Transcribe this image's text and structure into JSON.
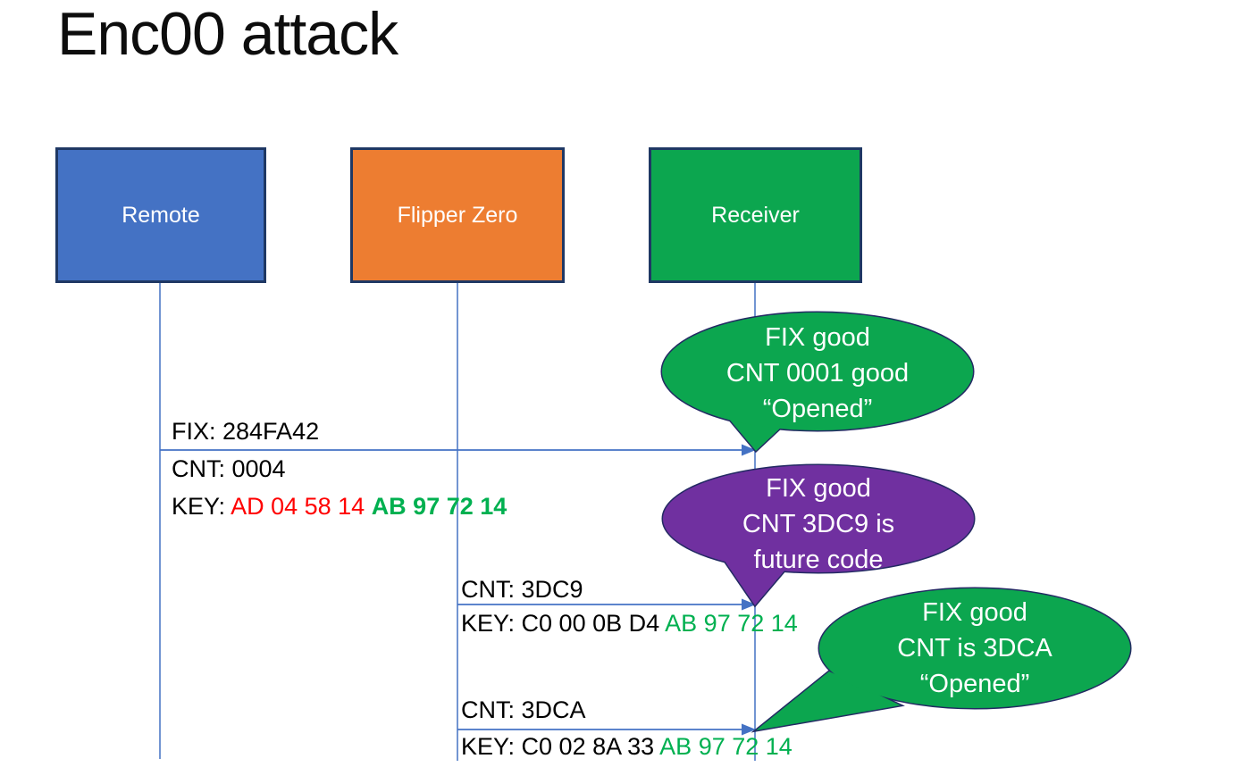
{
  "title": "Enc00 attack",
  "actors": [
    {
      "id": "remote",
      "label": "Remote",
      "color": "#4472C4"
    },
    {
      "id": "flipper",
      "label": "Flipper Zero",
      "color": "#ED7D31"
    },
    {
      "id": "receiver",
      "label": "Receiver",
      "color": "#0CA64F"
    }
  ],
  "messages": [
    {
      "from": "Remote",
      "to": "Receiver",
      "fix": "FIX: 284FA42",
      "cnt": "CNT: 0004",
      "key_label": "KEY: ",
      "key_changing": "AD 04 58 14 ",
      "key_fixed": "AB 97 72 14"
    },
    {
      "from": "Flipper Zero",
      "to": "Receiver",
      "cnt": "CNT: 3DC9",
      "key_label": "KEY: C0 00 0B D4 ",
      "key_fixed": "AB 97 72 14"
    },
    {
      "from": "Flipper Zero",
      "to": "Receiver",
      "cnt": "CNT: 3DCA",
      "key_label": "KEY: C0 02 8A 33 ",
      "key_fixed": "AB 97 72 14"
    }
  ],
  "bubbles": [
    {
      "lines": [
        "FIX good",
        "CNT 0001 good",
        "“Opened”"
      ],
      "fill": "#0CA64F"
    },
    {
      "lines": [
        "FIX good",
        "CNT 3DC9 is",
        "future code"
      ],
      "fill": "#7030A0"
    },
    {
      "lines": [
        "FIX good",
        "CNT is 3DCA",
        "“Opened”"
      ],
      "fill": "#0CA64F"
    }
  ],
  "colors": {
    "connector": "#4472C4",
    "box_border": "#1F3864",
    "bubble_border": "#232A63",
    "key_changing_red": "#FF0000",
    "key_fixed_green": "#00B050",
    "text": "#000000",
    "bubble_green": "#0CA64F",
    "bubble_purple": "#7030A0"
  }
}
